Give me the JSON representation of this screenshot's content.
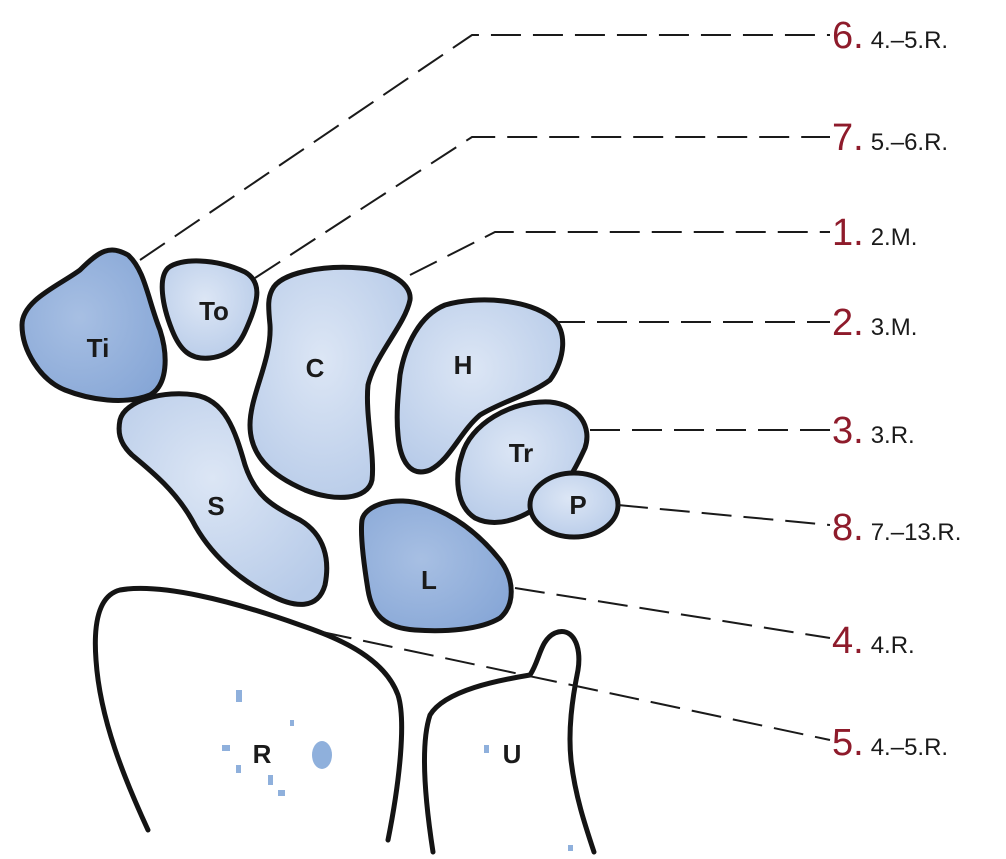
{
  "colors": {
    "bone_fill_light": "#cfdcf0",
    "bone_fill_dark": "#9db7df",
    "outline": "#141414",
    "number_accent": "#8e1b2b",
    "label_text": "#1a1a1a"
  },
  "bones": {
    "ti": "Ti",
    "to": "To",
    "c": "C",
    "h": "H",
    "tr": "Tr",
    "p": "P",
    "s": "S",
    "l": "L",
    "r": "R",
    "u": "U"
  },
  "labels": [
    {
      "number": "6.",
      "age": "4.–5.R."
    },
    {
      "number": "7.",
      "age": "5.–6.R."
    },
    {
      "number": "1.",
      "age": "2.M."
    },
    {
      "number": "2.",
      "age": "3.M."
    },
    {
      "number": "3.",
      "age": "3.R."
    },
    {
      "number": "8.",
      "age": "7.–13.R."
    },
    {
      "number": "4.",
      "age": "4.R."
    },
    {
      "number": "5.",
      "age": "4.–5.R."
    }
  ]
}
